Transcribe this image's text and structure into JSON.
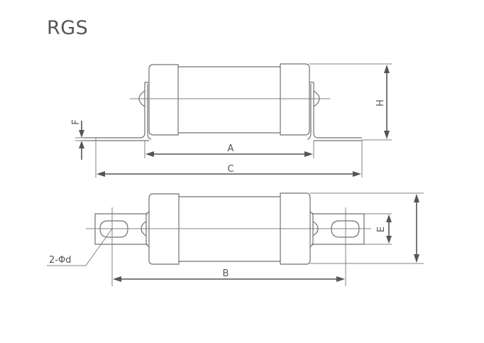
{
  "title": "RGS",
  "side_view": {
    "labels": {
      "A": "A",
      "C": "C",
      "H": "H",
      "F": "F"
    }
  },
  "top_view": {
    "labels": {
      "B": "B",
      "E": "E",
      "hole": "2-Φd"
    }
  },
  "colors": {
    "line": "#707070",
    "dimension": "#555555",
    "text": "#555555",
    "background": "#ffffff"
  }
}
